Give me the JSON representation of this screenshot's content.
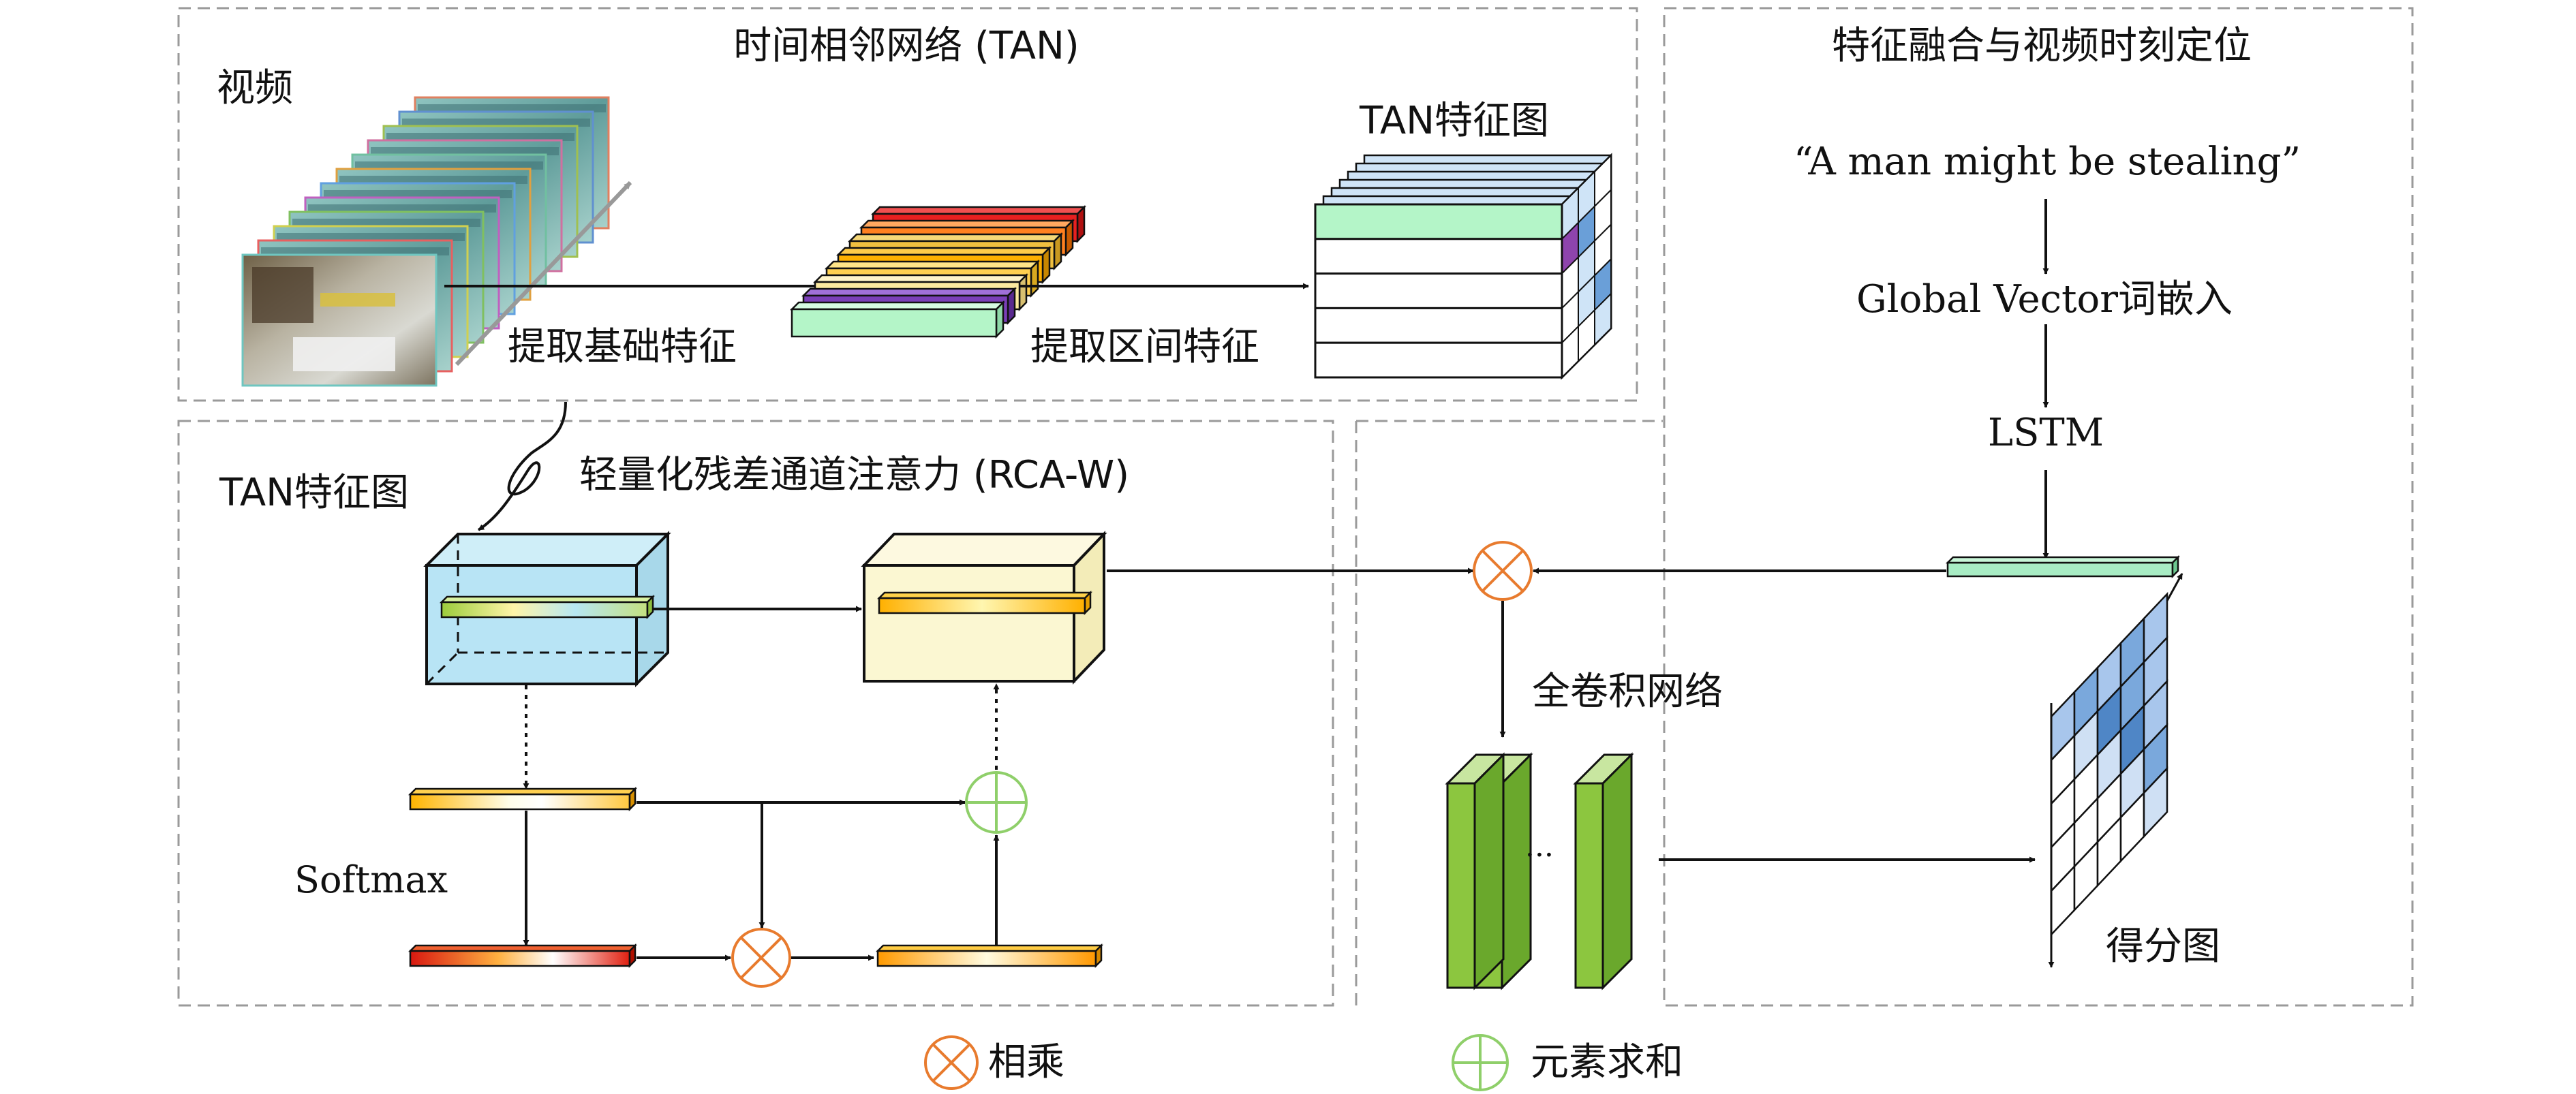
{
  "tan_panel": {
    "title": "时间相邻网络 (TAN)",
    "video_label": "视频",
    "feature_map_label": "TAN特征图",
    "extract_basic_label": "提取基础特征",
    "extract_interval_label": "提取区间特征"
  },
  "rca_panel": {
    "title": "轻量化残差通道注意力 (RCA-W)",
    "feature_map_label": "TAN特征图",
    "softmax_label": "Softmax"
  },
  "fusion_panel": {
    "title": "特征融合与视频时刻定位",
    "query_text": "“A man might be stealing”",
    "embedding_label": "Global Vector词嵌入",
    "lstm_label": "LSTM",
    "fcn_label": "全卷积网络",
    "ellipsis": "···",
    "score_map_label": "得分图"
  },
  "legend": {
    "multiply_label": "相乘",
    "sum_label": "元素求和"
  },
  "colors": {
    "panel_border": "#9a9a9a",
    "arrow": "#111111",
    "multiply_symbol": "#e87b2e",
    "sum_symbol": "#8fcf6a",
    "cube_blue": "#b8e4f5",
    "cube_yellow": "#fbf7d2",
    "fcn_green": "#8cc63f",
    "score_blue": "#6a9fd8",
    "lstm_bar": "#a8ecc4",
    "feature_mint": "#b4f5c8"
  }
}
